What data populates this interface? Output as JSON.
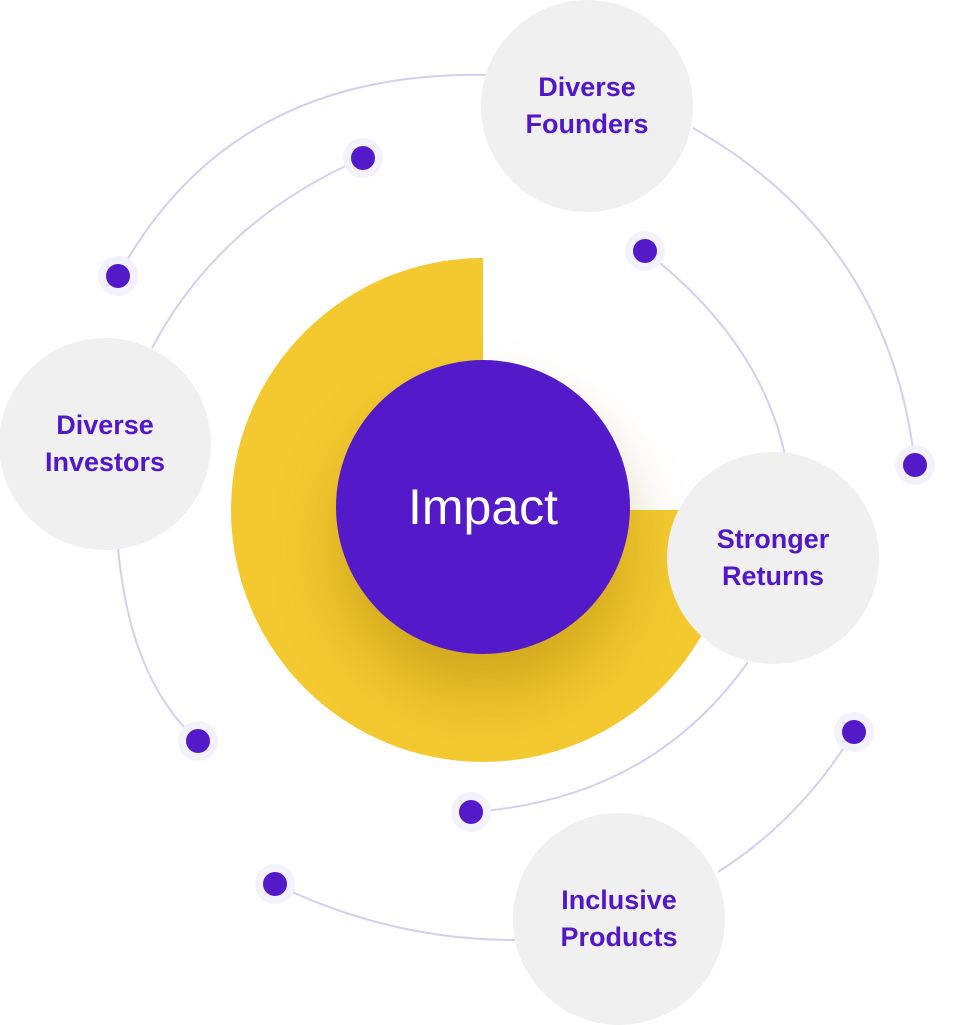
{
  "center": {
    "label": "Impact"
  },
  "nodes": [
    {
      "line1": "Diverse",
      "line2": "Founders"
    },
    {
      "line1": "Diverse",
      "line2": "Investors"
    },
    {
      "line1": "Stronger",
      "line2": "Returns"
    },
    {
      "line1": "Inclusive",
      "line2": "Products"
    }
  ],
  "colors": {
    "purple": "#5419c9",
    "yellow": "#f3c92f",
    "node_bg": "#f0f0f1",
    "line": "#d3cff2"
  }
}
